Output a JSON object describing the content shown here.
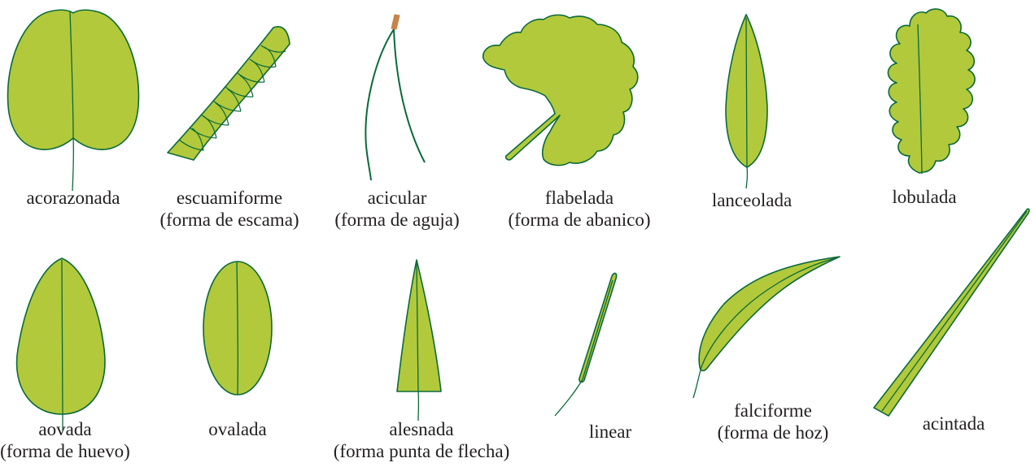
{
  "colors": {
    "leaf_fill": "#b2c93b",
    "vein": "#0a6a3a",
    "outline": "#0a6a3a",
    "petiole_tip": "#c8844a"
  },
  "leaves": [
    {
      "id": "acorazonada",
      "name": "acorazonada",
      "note": ""
    },
    {
      "id": "escuamiforme",
      "name": "escuamiforme",
      "note": "(forma de escama)"
    },
    {
      "id": "acicular",
      "name": "acicular",
      "note": "(forma de aguja)"
    },
    {
      "id": "flabelada",
      "name": "flabelada",
      "note": "(forma de abanico)"
    },
    {
      "id": "lanceolada",
      "name": "lanceolada",
      "note": ""
    },
    {
      "id": "lobulada",
      "name": "lobulada",
      "note": ""
    },
    {
      "id": "aovada",
      "name": "aovada",
      "note": "(forma de huevo)"
    },
    {
      "id": "ovalada",
      "name": "ovalada",
      "note": ""
    },
    {
      "id": "alesnada",
      "name": "alesnada",
      "note": "(forma punta de flecha)"
    },
    {
      "id": "linear",
      "name": "linear",
      "note": ""
    },
    {
      "id": "falciforme",
      "name": "falciforme",
      "note": "(forma de hoz)"
    },
    {
      "id": "acintada",
      "name": "acintada",
      "note": ""
    }
  ]
}
